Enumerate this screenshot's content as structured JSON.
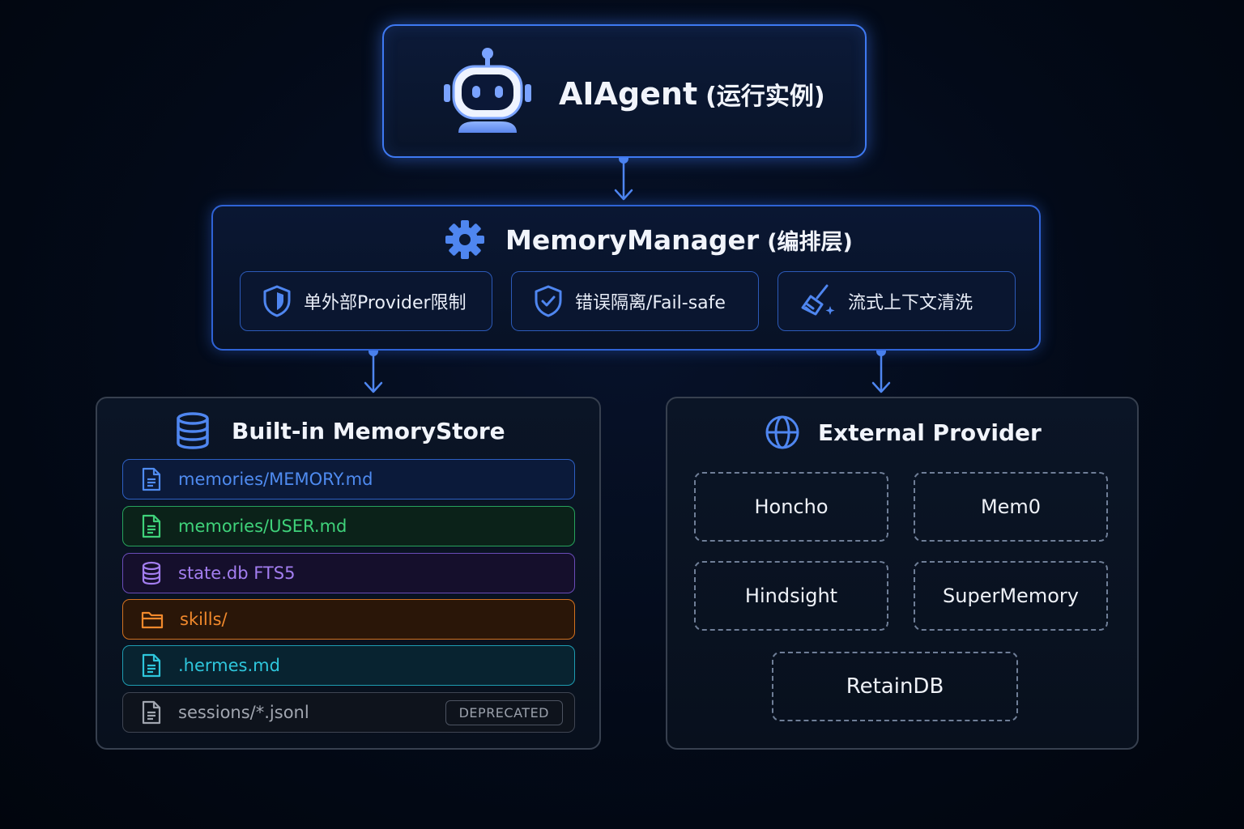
{
  "agent": {
    "title": "AIAgent",
    "subtitle": "(运行实例)"
  },
  "manager": {
    "title": "MemoryManager",
    "subtitle": "(编排层)",
    "features": [
      {
        "label": "单外部Provider限制",
        "icon": "shield-icon"
      },
      {
        "label": "错误隔离/Fail-safe",
        "icon": "shield-check-icon"
      },
      {
        "label": "流式上下文清洗",
        "icon": "broom-icon"
      }
    ]
  },
  "builtin": {
    "title": "Built-in MemoryStore",
    "items": [
      {
        "label": "memories/MEMORY.md",
        "icon": "file-icon",
        "color": "#4f8bf0"
      },
      {
        "label": "memories/USER.md",
        "icon": "file-icon",
        "color": "#3fd27a"
      },
      {
        "label": "state.db FTS5",
        "icon": "database-icon",
        "color": "#a37ef0"
      },
      {
        "label": "skills/",
        "icon": "folder-icon",
        "color": "#f1892c"
      },
      {
        "label": ".hermes.md",
        "icon": "file-icon",
        "color": "#2ec6dc"
      },
      {
        "label": "sessions/*.jsonl",
        "icon": "file-icon",
        "color": "#a1a6b0",
        "badge": "DEPRECATED"
      }
    ]
  },
  "external": {
    "title": "External Provider",
    "providers": [
      "Honcho",
      "Mem0",
      "Hindsight",
      "SuperMemory",
      "RetainDB"
    ]
  },
  "colors": {
    "accent": "#3e79f2",
    "background": "#020814"
  }
}
